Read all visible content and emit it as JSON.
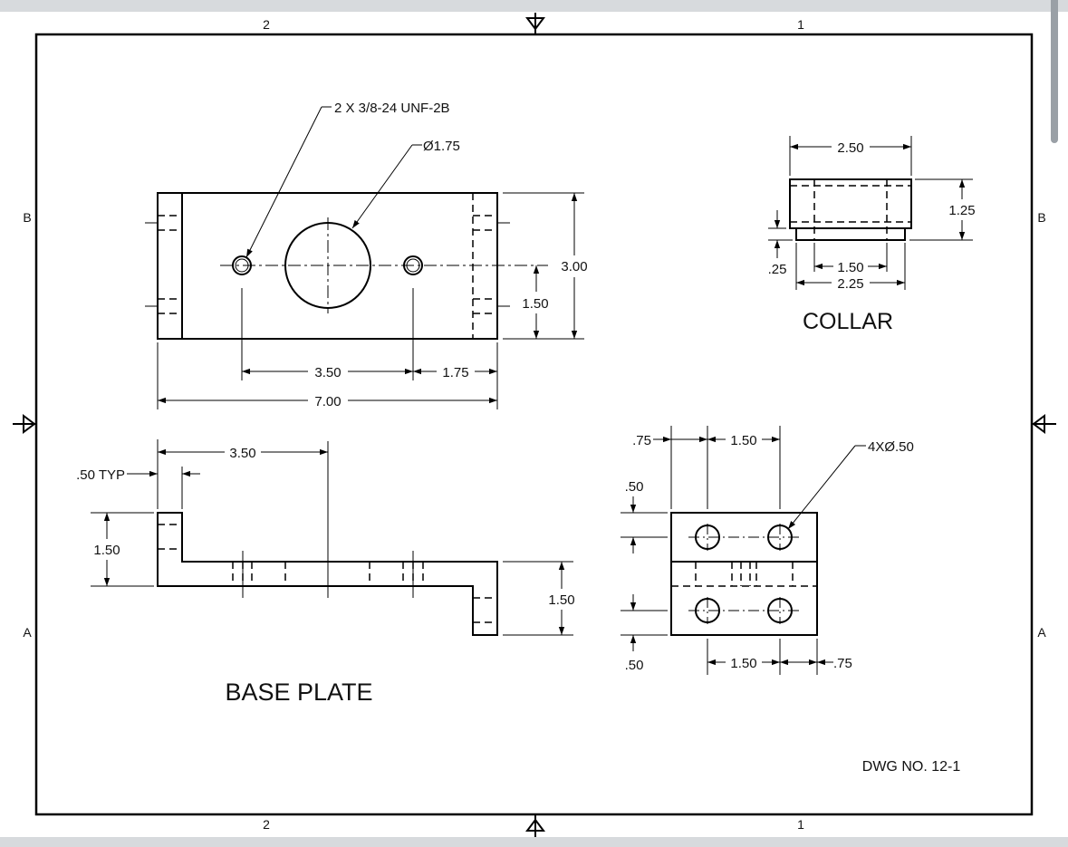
{
  "zones": {
    "top_left": "2",
    "top_right": "1",
    "bottom_left": "2",
    "bottom_right": "1",
    "left_upper": "B",
    "left_lower": "A",
    "right_upper": "B",
    "right_lower": "A"
  },
  "base_plate_top": {
    "thread_callout": "2 X 3/8-24 UNF-2B",
    "hole_dia": "Ø1.75",
    "height": "3.00",
    "center_height": "1.50",
    "hole_spacing": "3.50",
    "edge_to_hole": "1.75",
    "length": "7.00"
  },
  "base_plate_front": {
    "center_dist": "3.50",
    "thickness": ".50 TYP",
    "left_height": "1.50",
    "right_height": "1.50"
  },
  "base_plate_title": "BASE PLATE",
  "collar": {
    "width": "2.50",
    "height": "1.25",
    "step": ".25",
    "inner": "1.50",
    "outer": "2.25",
    "title": "COLLAR"
  },
  "hole_block": {
    "left_edge": ".75",
    "top_spacing": "1.50",
    "holes": "4XØ.50",
    "top_offset": ".50",
    "bottom_offset": ".50",
    "bottom_spacing": "1.50",
    "right_edge": ".75"
  },
  "dwg_no": "DWG NO. 12-1"
}
